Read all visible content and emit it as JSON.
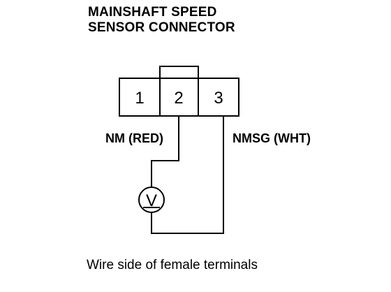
{
  "title": {
    "line1": "MAINSHAFT SPEED",
    "line2": "SENSOR CONNECTOR"
  },
  "connector": {
    "terminals": [
      "1",
      "2",
      "3"
    ]
  },
  "wires": {
    "left_label": "NM (RED)",
    "right_label": "NMSG (WHT)"
  },
  "meter": {
    "symbol": "V"
  },
  "caption": "Wire side of female terminals"
}
